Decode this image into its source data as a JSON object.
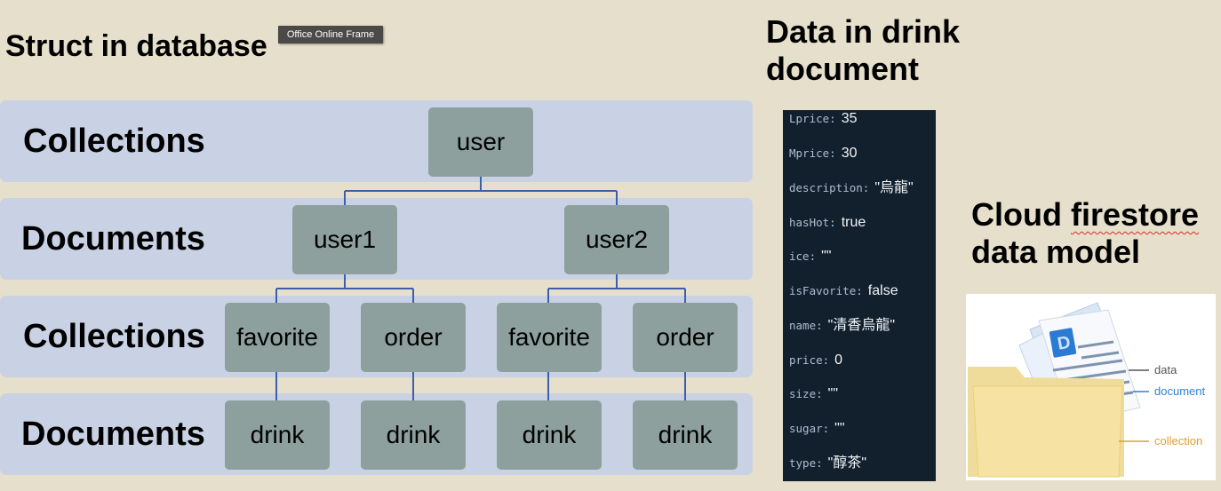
{
  "left_title": "Struct in database",
  "tooltip": "Office Online Frame",
  "rows": [
    {
      "label": "Collections",
      "nodes": [
        "user"
      ]
    },
    {
      "label": "Documents",
      "nodes": [
        "user1",
        "user2"
      ]
    },
    {
      "label": "Collections",
      "nodes": [
        "favorite",
        "order",
        "favorite",
        "order"
      ]
    },
    {
      "label": "Documents",
      "nodes": [
        "drink",
        "drink",
        "drink",
        "drink"
      ]
    }
  ],
  "middle_title": {
    "line1": "Data in drink",
    "line2": "document"
  },
  "document_fields": [
    {
      "key": "Lprice:",
      "value": "35"
    },
    {
      "key": "Mprice:",
      "value": "30"
    },
    {
      "key": "description:",
      "value": "\"烏龍\""
    },
    {
      "key": "hasHot:",
      "value": "true"
    },
    {
      "key": "ice:",
      "value": "\"\""
    },
    {
      "key": "isFavorite:",
      "value": "false"
    },
    {
      "key": "name:",
      "value": "\"清香烏龍\""
    },
    {
      "key": "price:",
      "value": "0"
    },
    {
      "key": "size:",
      "value": "\"\""
    },
    {
      "key": "sugar:",
      "value": "\"\""
    },
    {
      "key": "type:",
      "value": "\"醇茶\""
    }
  ],
  "right_title": {
    "line1_part1": "Cloud ",
    "line1_part2": "firestore",
    "line2": "data model"
  },
  "illustration": {
    "badge_letter": "D",
    "labels": {
      "data": "data",
      "document": "document",
      "collection": "collection"
    },
    "colors": {
      "data": "#555555",
      "document": "#2f7fd8",
      "collection": "#e0a030",
      "connector": "#3d5fa8",
      "node": "#8ea09e",
      "band": "#c9d2e4"
    }
  }
}
